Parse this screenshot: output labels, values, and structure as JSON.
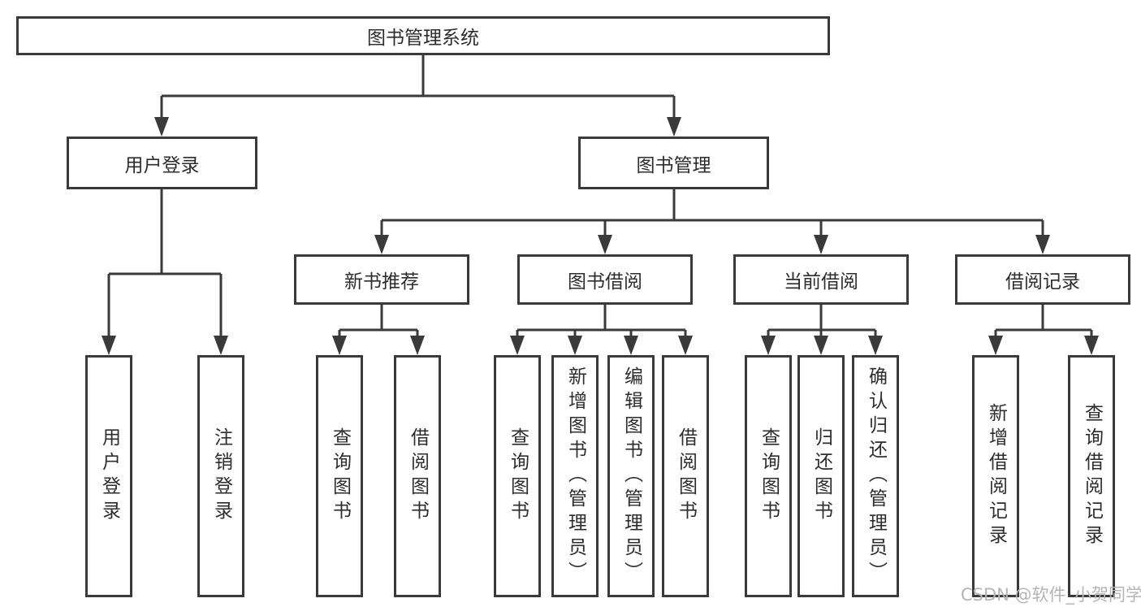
{
  "diagram": {
    "watermark": "CSDN @软件_小贺同学",
    "colors": {
      "line": "#3a3a3a",
      "box_border": "#3a3a3a",
      "box_fill": "#ffffff",
      "text": "#2d2d2d",
      "watermark": "#b5b5b5",
      "background": "#ffffff"
    },
    "nodes": [
      {
        "id": "library-management-system",
        "label": "图书管理系统",
        "level": 0,
        "parent": null
      },
      {
        "id": "user-login",
        "label": "用户登录",
        "level": 1,
        "parent": "library-management-system"
      },
      {
        "id": "book-management",
        "label": "图书管理",
        "level": 1,
        "parent": "library-management-system"
      },
      {
        "id": "new-book-recommend",
        "label": "新书推荐",
        "level": 2,
        "parent": "book-management"
      },
      {
        "id": "book-borrowing",
        "label": "图书借阅",
        "level": 2,
        "parent": "book-management"
      },
      {
        "id": "current-borrowing",
        "label": "当前借阅",
        "level": 2,
        "parent": "book-management"
      },
      {
        "id": "borrowing-records",
        "label": "借阅记录",
        "level": 2,
        "parent": "book-management"
      },
      {
        "id": "user-login-leaf",
        "label": "用户登录",
        "level": 3,
        "parent": "user-login"
      },
      {
        "id": "logout-leaf",
        "label": "注销登录",
        "level": 3,
        "parent": "user-login"
      },
      {
        "id": "query-books-recommend",
        "label": "查询图书",
        "level": 3,
        "parent": "new-book-recommend"
      },
      {
        "id": "borrow-books-recommend",
        "label": "借阅图书",
        "level": 3,
        "parent": "new-book-recommend"
      },
      {
        "id": "query-books-borrowing",
        "label": "查询图书",
        "level": 3,
        "parent": "book-borrowing"
      },
      {
        "id": "add-books-admin",
        "label": "新增图书（管理员）",
        "level": 3,
        "parent": "book-borrowing"
      },
      {
        "id": "edit-books-admin",
        "label": "编辑图书（管理员）",
        "level": 3,
        "parent": "book-borrowing"
      },
      {
        "id": "borrow-books-borrowing",
        "label": "借阅图书",
        "level": 3,
        "parent": "book-borrowing"
      },
      {
        "id": "query-books-current",
        "label": "查询图书",
        "level": 3,
        "parent": "current-borrowing"
      },
      {
        "id": "return-books",
        "label": "归还图书",
        "level": 3,
        "parent": "current-borrowing"
      },
      {
        "id": "confirm-return-admin",
        "label": "确认归还（管理员）",
        "level": 3,
        "parent": "current-borrowing"
      },
      {
        "id": "add-borrow-record",
        "label": "新增借阅记录",
        "level": 3,
        "parent": "borrowing-records"
      },
      {
        "id": "query-borrow-record",
        "label": "查询借阅记录",
        "level": 3,
        "parent": "borrowing-records"
      }
    ]
  }
}
